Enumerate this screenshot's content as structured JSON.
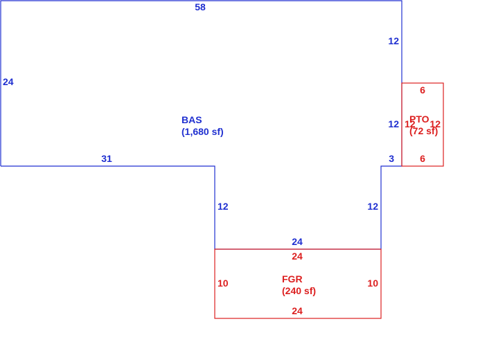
{
  "colors": {
    "bas": "#1f2fd0",
    "addon": "#dc1f1f",
    "background": "#ffffff"
  },
  "areas": {
    "bas": {
      "code": "BAS",
      "area_label": "(1,680 sf)"
    },
    "pto": {
      "code": "PTO",
      "area_label": "(72 sf)"
    },
    "fgr": {
      "code": "FGR",
      "area_label": "(240 sf)"
    }
  },
  "dimensions": {
    "bas_top": "58",
    "bas_left": "24",
    "bas_right_upper": "12",
    "bas_right_mid": "12",
    "bas_step": "3",
    "bas_bottom_left": "31",
    "bas_notch_left": "12",
    "bas_notch_right": "12",
    "bas_notch_bottom": "24",
    "pto_top": "6",
    "pto_bottom": "6",
    "pto_left": "12",
    "pto_right": "12",
    "fgr_top": "24",
    "fgr_bottom": "24",
    "fgr_left": "10",
    "fgr_right": "10"
  }
}
